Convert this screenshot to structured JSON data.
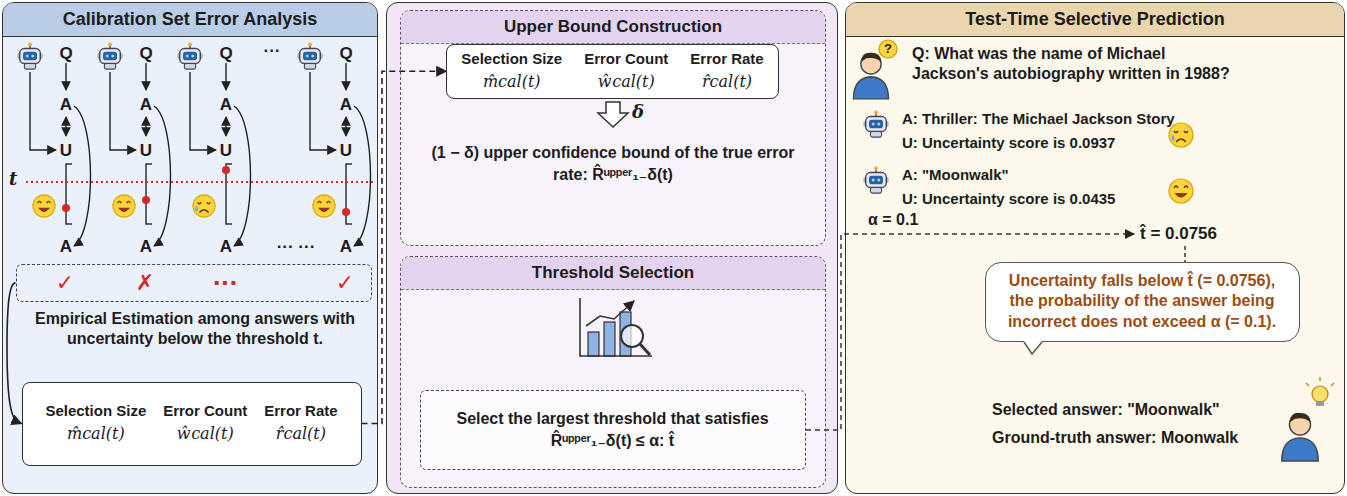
{
  "diagram": {
    "nodes": [
      {
        "text": [
          "Calibration Set Error Analysis"
        ]
      },
      {
        "text": [
          "✓",
          "✗",
          "···",
          "✓"
        ],
        "in": 0
      },
      {
        "text": [
          "Selection Size",
          "Error Count",
          "Error Rate",
          "m̂cal(t)",
          "ŵcal(t)",
          "r̂cal(t)"
        ],
        "in": 0
      },
      {
        "text": [
          "Upper Bound Construction",
          "(1 − δ) upper confidence bound of the true error rate: R̂ᵘᵖᵖᵉʳ₁₋δ(t)"
        ]
      },
      {
        "text": [
          "Selection Size",
          "Error Count",
          "Error Rate",
          "m̂cal(t)",
          "ŵcal(t)",
          "r̂cal(t)"
        ],
        "in": 3
      },
      {
        "text": [
          "Threshold Selection"
        ]
      },
      {
        "text": [
          "Select the largest threshold that satisfies R̂ᵘᵖᵖᵉʳ₁₋δ(t) ≤ α: t̂"
        ],
        "in": 5
      },
      {
        "text": [
          "Test-Time Selective Prediction"
        ]
      },
      {
        "text": [
          "Uncertainty falls below t̂ (= 0.0756), the probability of the answer being incorrect does not exceed α (= 0.1)."
        ],
        "in": 7
      }
    ],
    "edges": [
      {
        "from": 1,
        "to": 2,
        "arrow": "to"
      },
      {
        "from": 2,
        "to": 4,
        "arrow": "to"
      }
    ],
    "labels": [
      "Q",
      "Q",
      "Q",
      "Q",
      "···",
      "A",
      "A",
      "A",
      "A",
      "U",
      "U",
      "U",
      "U",
      "t",
      "A",
      "A",
      "A",
      "A",
      "··· ···",
      "Empirical Estimation among answers with uncertainty below the threshold t.",
      "δ",
      "?",
      "Q: What was the name of Michael Jackson's autobiography written in 1988?",
      "A: Thriller: The Michael Jackson Story",
      "U: Uncertainty score is 0.0937",
      "A: \"Moonwalk\"",
      "U: Uncertainty score is 0.0435",
      "α = 0.1",
      "t̂ = 0.0756",
      "Selected answer: \"Moonwalk\"",
      "Ground-truth answer: Moonwalk"
    ]
  }
}
